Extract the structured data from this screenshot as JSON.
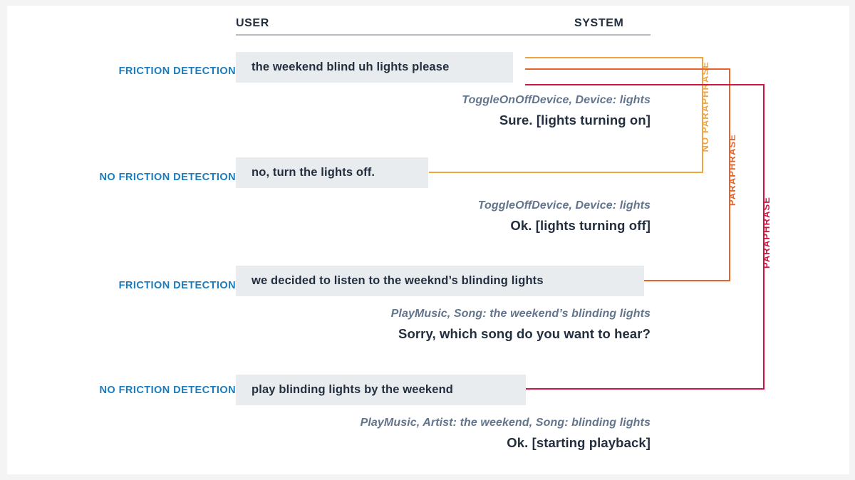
{
  "columns": {
    "user": "USER",
    "system": "SYSTEM"
  },
  "labels": {
    "friction": "FRICTION DETECTION",
    "no_friction": "NO FRICTION DETECTION"
  },
  "colors": {
    "accent_blue": "#1a7bbd",
    "bubble_bg": "#e8ecee",
    "text_dark": "#232f3e",
    "intent_slate": "#62758d",
    "amber": "#f2a33c",
    "orange": "#e8622a",
    "crimson": "#d11543",
    "rule_gray": "#b9bcc0",
    "frame_gray": "#f4f4f5"
  },
  "turns": [
    {
      "side_label": "FRICTION DETECTION",
      "utterance": "the weekend blind uh lights please",
      "intent": "ToggleOnOffDevice, Device: lights",
      "response": "Sure. [lights turning on]"
    },
    {
      "side_label": "NO FRICTION DETECTION",
      "utterance": "no, turn the lights off.",
      "intent": "ToggleOffDevice, Device: lights",
      "response": "Ok. [lights turning off]"
    },
    {
      "side_label": "FRICTION DETECTION",
      "utterance": "we decided to listen to the weeknd’s blinding lights",
      "intent": "PlayMusic, Song: the weekend’s blinding lights",
      "response": "Sorry, which song do you want to hear?"
    },
    {
      "side_label": "NO FRICTION DETECTION",
      "utterance": "play blinding lights by the weekend",
      "intent": "PlayMusic, Artist: the weekend, Song: blinding lights",
      "response": "Ok. [starting playback]"
    }
  ],
  "connectors": [
    {
      "label": "NO PARAPHRASE",
      "color": "#f2a33c",
      "from_turn": 1,
      "to_turn": 2
    },
    {
      "label": "PARAPHRASE",
      "color": "#e8622a",
      "from_turn": 1,
      "to_turn": 3
    },
    {
      "label": "PARAPHRASE",
      "color": "#d11543",
      "from_turn": 1,
      "to_turn": 4
    }
  ]
}
